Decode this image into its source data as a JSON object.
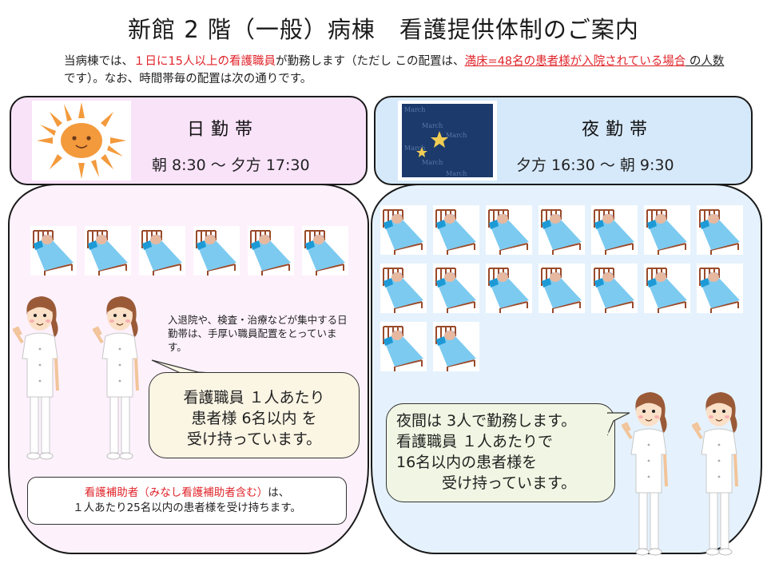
{
  "title": "新館 2 階（一般）病棟　看護提供体制のご案内",
  "intro": {
    "p1": "当病棟では、",
    "p2_red": "１日に15人以上の看護職員",
    "p3": "が勤務します（ただし この配置は、",
    "p4_red_underline": "満床=48名の患者様が入院されている場合",
    "p5_underline": " の人数",
    "p6": "です）。なお、時間帯毎の配置は次の通りです。"
  },
  "day": {
    "icon": "sun-icon",
    "label": "日勤帯",
    "time": "朝 8:30 ～ 夕方 17:30",
    "bed_count": 6,
    "nurse_count": 2,
    "note": "入退院や、検査・治療などが集中する日勤帯は、手厚い職員配置をとっています。",
    "bubble": [
      "看護職員 １人あたり",
      "患者様 6名以内 を",
      "受け持っています。"
    ],
    "aide_red": "看護補助者（みなし看護補助者含む）",
    "aide_rest1": "は、",
    "aide_line2": "１人あたり25名以内の患者様を受け持ちます。"
  },
  "night": {
    "icon": "moon-and-stars-icon",
    "image_watermark": "March",
    "label": "夜勤帯",
    "time": "夕方 16:30 ～ 朝 9:30",
    "bed_count": 16,
    "nurse_count": 2,
    "bubble": [
      "夜間は 3人で勤務します。",
      "看護職員 １人あたりで",
      "16名以内の患者様を",
      "　　　受け持っています。"
    ]
  },
  "colors": {
    "accent_red": "#e0242a",
    "day_header_bg": "#f9e3f9",
    "day_body_bg": "#fdf1fc",
    "night_header_bg": "#d6e9fb",
    "night_body_bg": "#e5f2fd",
    "night_image_bg": "#1c3a6b",
    "sun_orange": "#f39a3c",
    "bed_blue": "#7ccaf0"
  }
}
